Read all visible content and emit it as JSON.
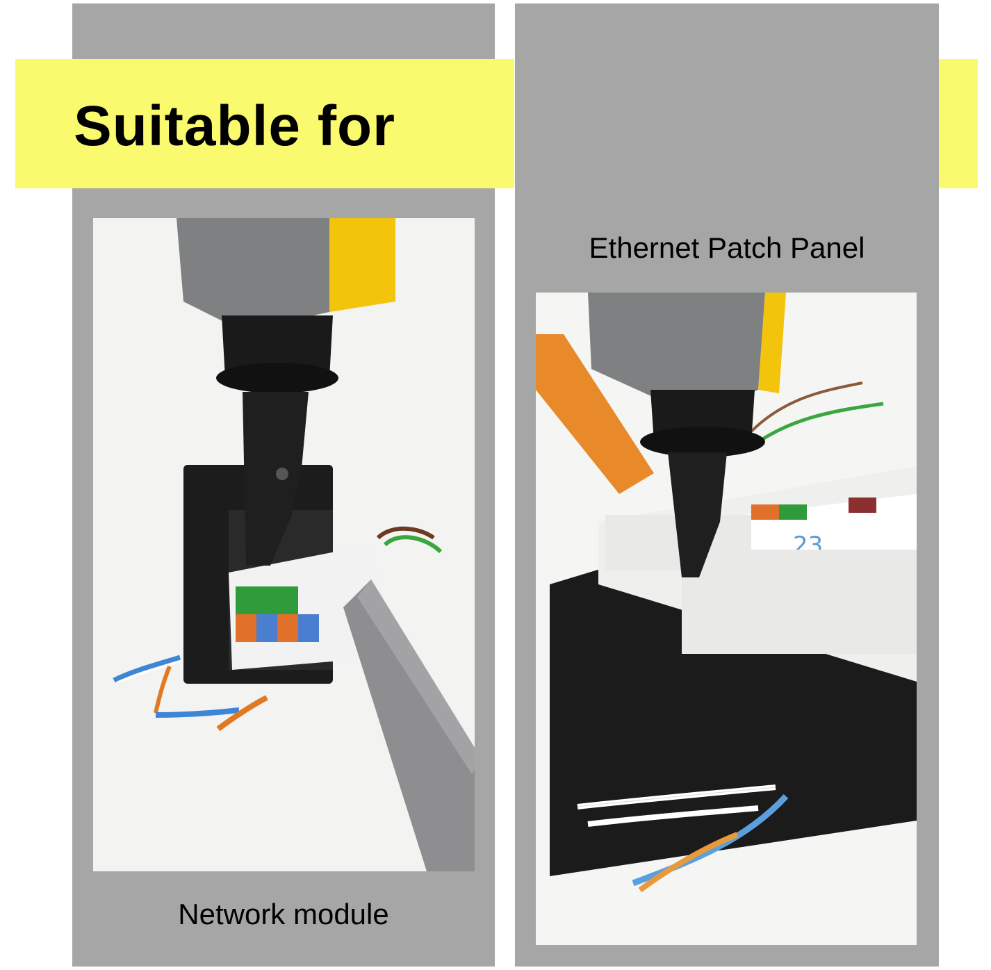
{
  "banner": {
    "title": "Suitable for"
  },
  "left": {
    "caption": "Network module"
  },
  "right": {
    "caption": "Ethernet Patch Panel"
  },
  "colors": {
    "panel_gray": "#a6a6a6",
    "banner_yellow": "#fafa6e",
    "tool_yellow": "#f2c40c",
    "tool_gray": "#7f8082",
    "tool_black": "#1a1a1a"
  }
}
